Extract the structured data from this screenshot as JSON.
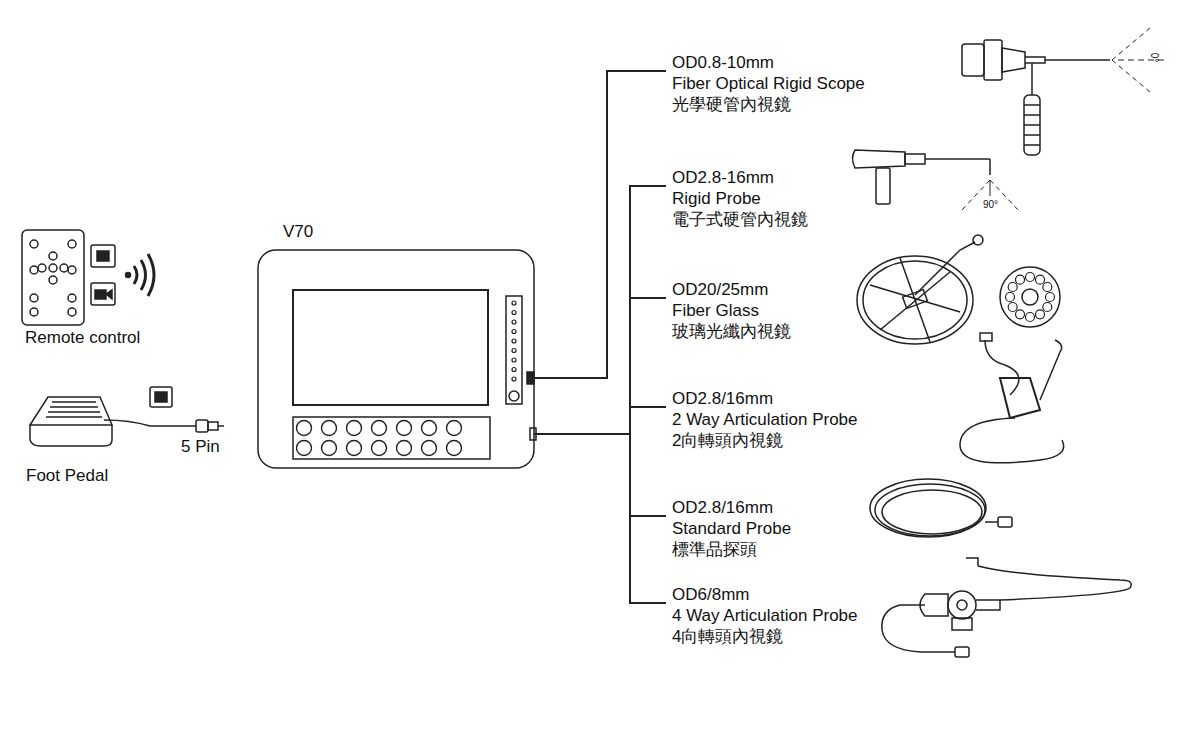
{
  "diagram": {
    "nodes": [
      {
        "text": [
          "Remote control"
        ]
      },
      {
        "text": [
          "Foot Pedal"
        ]
      },
      {
        "text": [
          "V70"
        ]
      },
      {
        "text": [
          "OD0.8-10mm",
          "Fiber Optical Rigid Scope",
          "光學硬管內視鏡"
        ]
      },
      {
        "text": [
          "OD2.8-16mm",
          "Rigid Probe",
          "電子式硬管內視鏡"
        ]
      },
      {
        "text": [
          "OD20/25mm",
          "Fiber Glass",
          "玻璃光纖內視鏡"
        ]
      },
      {
        "text": [
          "OD2.8/16mm",
          "2 Way Articulation Probe",
          "2向轉頭內視鏡"
        ]
      },
      {
        "text": [
          "OD2.8/16mm",
          "Standard Probe",
          "標準品探頭"
        ]
      },
      {
        "text": [
          "OD6/8mm",
          "4 Way Articulation Probe",
          "4向轉頭內視鏡"
        ]
      }
    ],
    "edges": [
      {
        "from": 2,
        "to": 3,
        "arrow": "none"
      },
      {
        "from": 2,
        "to": 4,
        "arrow": "none"
      },
      {
        "from": 2,
        "to": 5,
        "arrow": "none"
      },
      {
        "from": 2,
        "to": 6,
        "arrow": "none"
      },
      {
        "from": 2,
        "to": 7,
        "arrow": "none"
      },
      {
        "from": 2,
        "to": 8,
        "arrow": "none"
      }
    ],
    "labels": [
      "5 Pin",
      "0°",
      "90°"
    ]
  }
}
